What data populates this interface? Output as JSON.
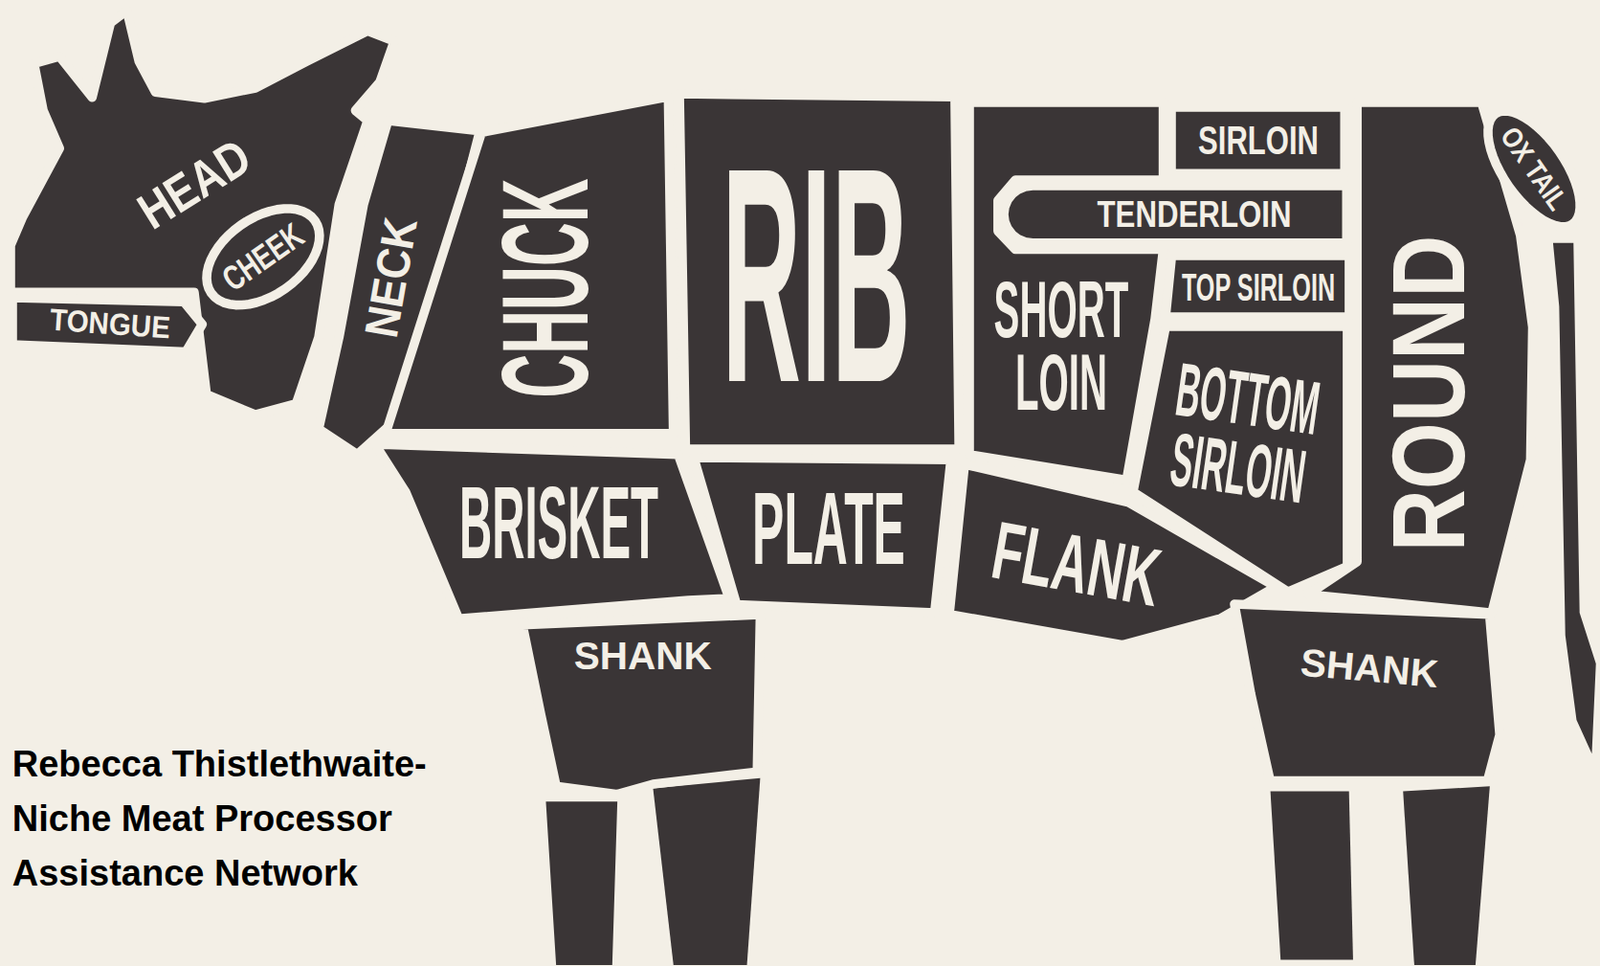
{
  "diagram": {
    "nodes": [
      {
        "text": [
          "HEAD"
        ]
      },
      {
        "text": [
          "CHEEK"
        ],
        "in": 0
      },
      {
        "text": [
          "TONGUE"
        ]
      },
      {
        "text": [
          "NECK"
        ]
      },
      {
        "text": [
          "CHUCK"
        ]
      },
      {
        "text": [
          "RIB"
        ]
      },
      {
        "text": [
          "SIRLOIN"
        ]
      },
      {
        "text": [
          "TENDERLOIN"
        ]
      },
      {
        "text": [
          "SHORT LOIN"
        ]
      },
      {
        "text": [
          "TOP SIRLOIN"
        ]
      },
      {
        "text": [
          "BOTTOM SIRLOIN"
        ]
      },
      {
        "text": [
          "ROUND"
        ]
      },
      {
        "text": [
          "OX TAIL"
        ]
      },
      {
        "text": [
          "BRISKET"
        ]
      },
      {
        "text": [
          "PLATE"
        ]
      },
      {
        "text": [
          "FLANK"
        ]
      },
      {
        "text": [
          "SHANK"
        ]
      },
      {
        "text": [
          "SHANK"
        ]
      }
    ],
    "labels": [
      "Rebecca Thistlethwaite- Niche Meat Processor Assistance Network"
    ]
  }
}
